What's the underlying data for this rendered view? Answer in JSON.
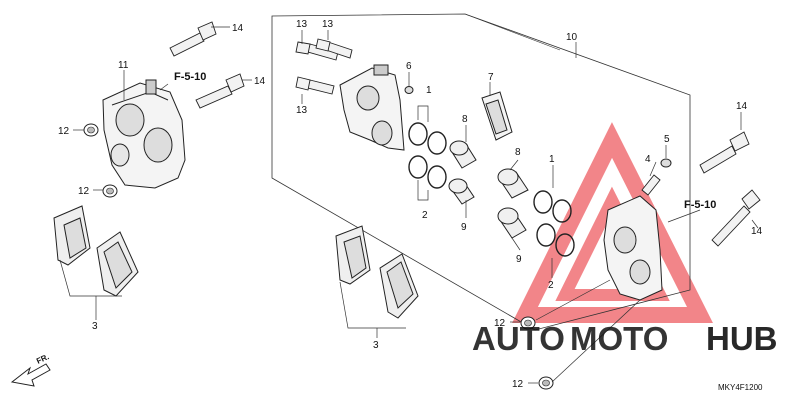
{
  "diagram": {
    "callouts": {
      "n1a": "1",
      "n1b": "1",
      "n2a": "2",
      "n2b": "2",
      "n3a": "3",
      "n3b": "3",
      "n4": "4",
      "n5": "5",
      "n6": "6",
      "n7": "7",
      "n8a": "8",
      "n8b": "8",
      "n9a": "9",
      "n9b": "9",
      "n10": "10",
      "n11": "11",
      "n12a": "12",
      "n12b": "12",
      "n12c": "12",
      "n12d": "12",
      "n13a": "13",
      "n13b": "13",
      "n13c": "13",
      "n14a": "14",
      "n14b": "14",
      "n14c": "14",
      "n14d": "14"
    },
    "ref_left": "F-5-10",
    "ref_right": "F-5-10",
    "front_label": "FR.",
    "diagram_code": "MKY4F1200"
  },
  "watermark": {
    "part1": "AUTO",
    "part2": "MOTO",
    "part3": "HUB",
    "color_primary": "#f2b637",
    "color_mid": "#e07a2a",
    "color_dark": "#3a3a3a",
    "triangle_color": "#e8232a"
  }
}
